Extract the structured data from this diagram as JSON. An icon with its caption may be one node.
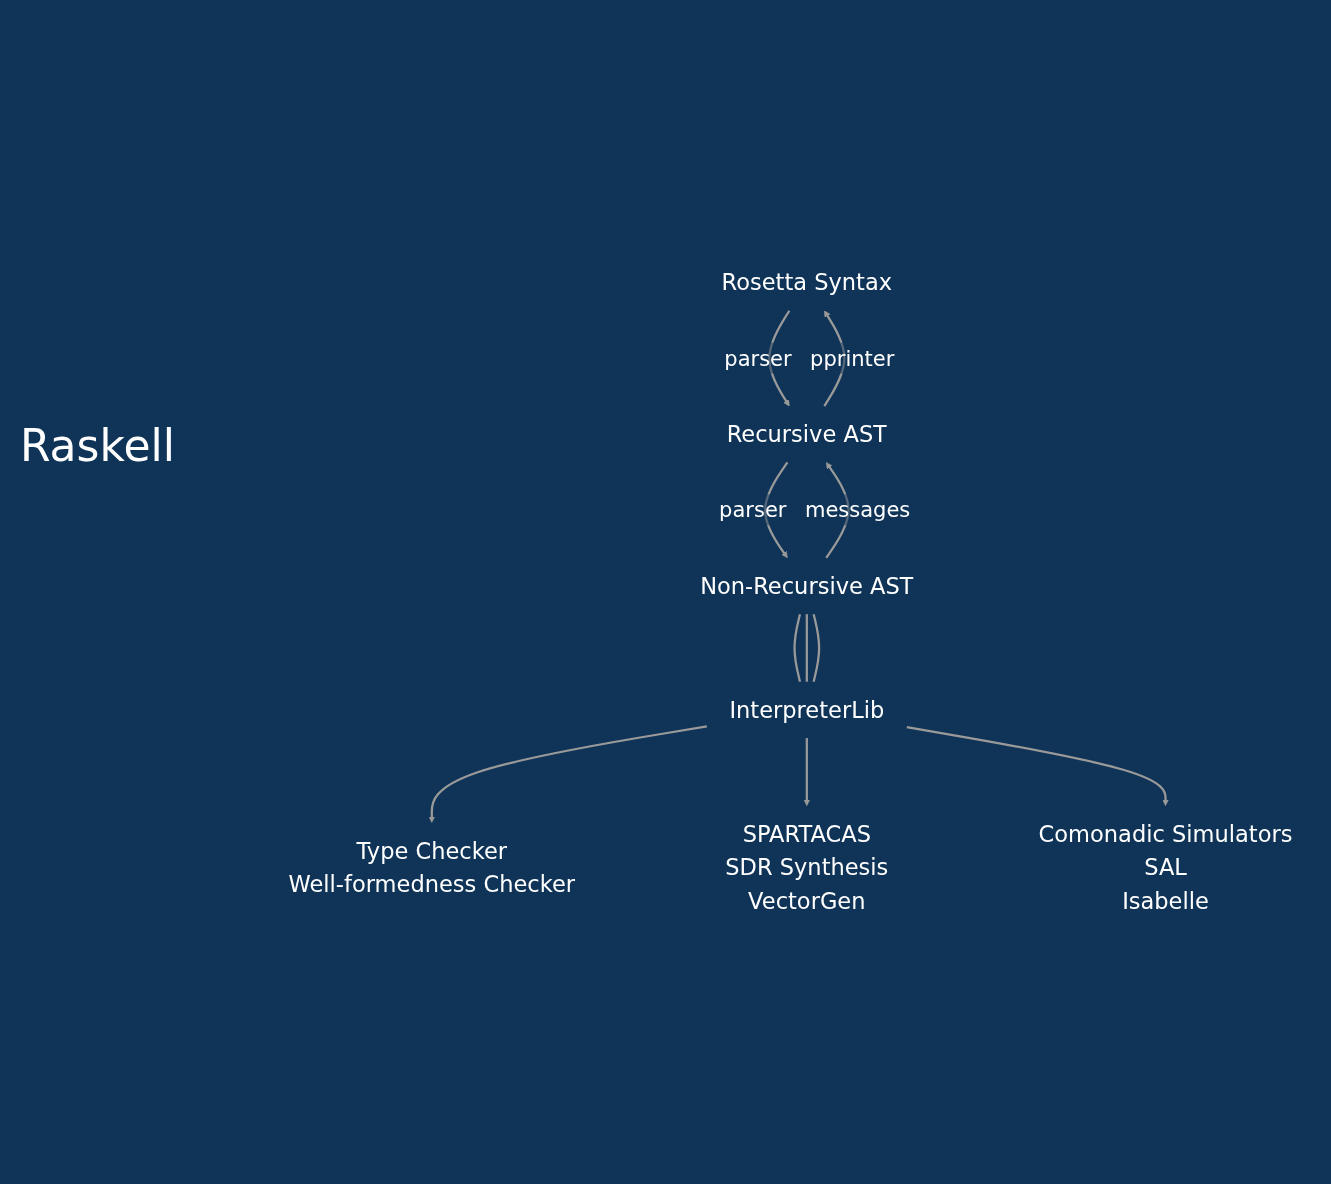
{
  "diagram": {
    "nodes": [
      {
        "text": [
          "Rosetta Syntax"
        ]
      },
      {
        "text": [
          "Recursive AST"
        ]
      },
      {
        "text": [
          "Non-Recursive AST"
        ]
      },
      {
        "text": [
          "InterpreterLib"
        ]
      },
      {
        "text": [
          "Type Checker",
          "Well-formedness Checker"
        ]
      },
      {
        "text": [
          "SPARTACAS",
          "SDR Synthesis",
          "VectorGen"
        ]
      },
      {
        "text": [
          "Comonadic Simulators",
          "SAL",
          "Isabelle"
        ]
      }
    ],
    "edges": [
      {
        "from": 1,
        "to": 0,
        "arrow": "to",
        "label": "pprinter"
      },
      {
        "from": 0,
        "to": 1,
        "arrow": "to",
        "label": "parser"
      },
      {
        "from": 2,
        "to": 1,
        "arrow": "to",
        "label": "messages"
      },
      {
        "from": 1,
        "to": 2,
        "arrow": "to",
        "label": "parser"
      },
      {
        "from": 2,
        "to": 3,
        "arrow": "none"
      },
      {
        "from": 2,
        "to": 3,
        "arrow": "none"
      },
      {
        "from": 2,
        "to": 3,
        "arrow": "none"
      },
      {
        "from": 3,
        "to": 4,
        "arrow": "to"
      },
      {
        "from": 3,
        "to": 5,
        "arrow": "to"
      },
      {
        "from": 3,
        "to": 6,
        "arrow": "to"
      }
    ],
    "labels": [
      "Raskell"
    ]
  }
}
